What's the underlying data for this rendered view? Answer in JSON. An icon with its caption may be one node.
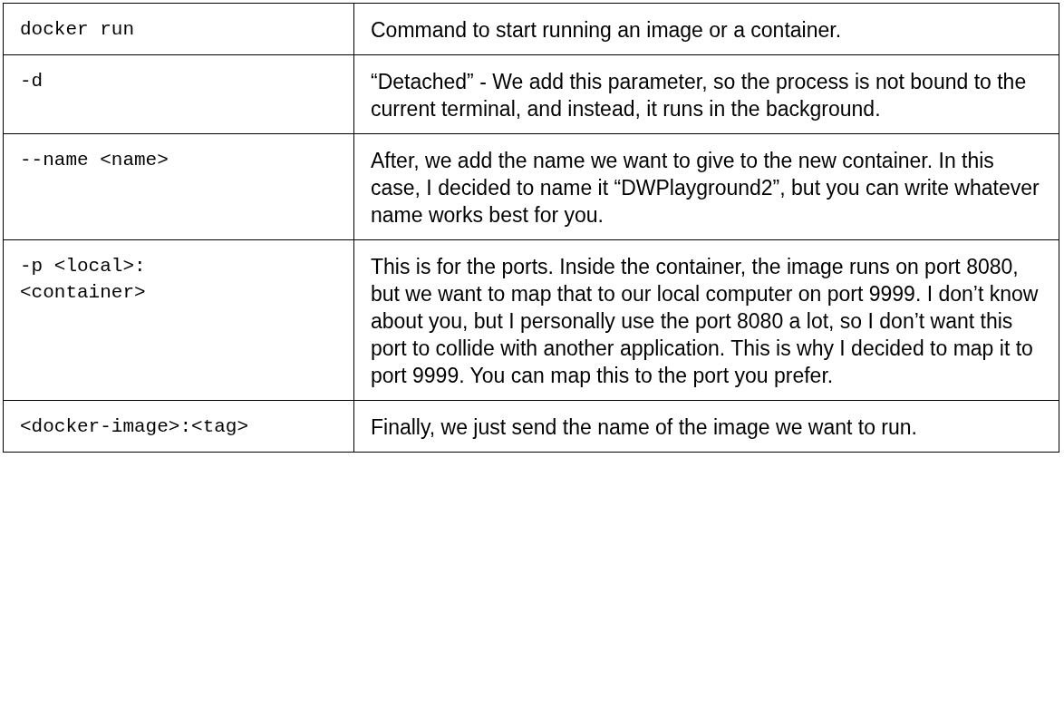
{
  "diagram": {
    "labels": [
      "docker run",
      "Command to start running an image or a container.",
      "-d",
      "“Detached” - We add this parameter, so the process is not bound to the current terminal, and instead, it runs in the background.",
      "--name <name>",
      "After, we add the name we want to give to the new container. In this case, I decided to name it “DWPlayground2”, but you can write whatever name works best for you.",
      "-p <local>:<container>",
      "This is for the ports. Inside the container, the image runs on port 8080, but we want to map that to our local computer on port 9999. I don’t know about you, but I personally use the port 8080 a lot, so I don’t want this port to collide with another application. This is why I decided to map it to port 9999. You can map this to the port you prefer.",
      "<docker-image>:<tag>",
      "Finally, we just send the name of the image we want to run."
    ]
  }
}
